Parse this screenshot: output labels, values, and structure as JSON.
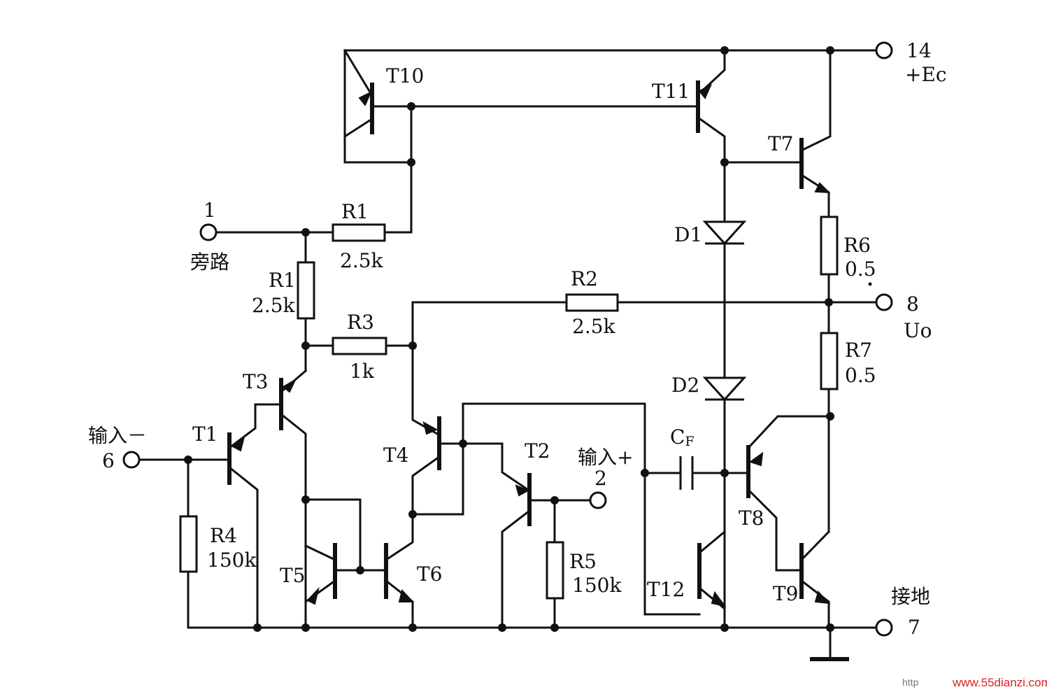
{
  "transistors": [
    "T1",
    "T2",
    "T3",
    "T4",
    "T5",
    "T6",
    "T7",
    "T8",
    "T9",
    "T10",
    "T11",
    "T12"
  ],
  "resistors": {
    "r1_horizontal": {
      "name": "R1",
      "value": "2.5k"
    },
    "r1_vertical": {
      "name": "R1",
      "value": "2.5k"
    },
    "r2": {
      "name": "R2",
      "value": "2.5k"
    },
    "r3": {
      "name": "R3",
      "value": "1k"
    },
    "r4": {
      "name": "R4",
      "value": "150k"
    },
    "r5": {
      "name": "R5",
      "value": "150k"
    },
    "r6": {
      "name": "R6",
      "value": "0.5"
    },
    "r7": {
      "name": "R7",
      "value": "0.5"
    }
  },
  "diodes": [
    "D1",
    "D2"
  ],
  "capacitor": {
    "name": "C",
    "subscript": "F"
  },
  "pins": {
    "p1": {
      "number": "1",
      "label": "旁路"
    },
    "p6": {
      "number": "6",
      "label": "输入－"
    },
    "p2": {
      "number": "2",
      "label": "输入+"
    },
    "p14": {
      "number": "14",
      "label": "+Ec"
    },
    "p8": {
      "number": "8",
      "label": "Uo"
    },
    "p7": {
      "number": "7",
      "label": "接地"
    }
  },
  "watermark": {
    "prefix": "http",
    "url": "www.55dianzi.com"
  }
}
